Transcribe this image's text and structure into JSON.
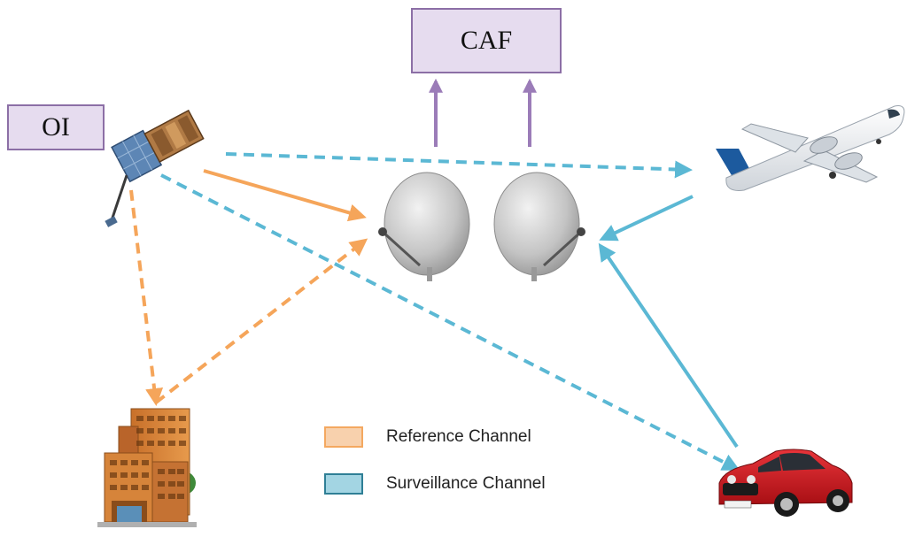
{
  "boxes": {
    "caf": "CAF",
    "oi": "OI"
  },
  "legend": [
    {
      "label": "Reference Channel",
      "fill": "#f8d1ad",
      "border": "#f4a860"
    },
    {
      "label": "Surveillance Channel",
      "fill": "#a3d5e3",
      "border": "#2f7f96"
    }
  ],
  "colors": {
    "reference": "#f5a55a",
    "surveillance": "#5bb8d4",
    "caf_arrow": "#9b7cb8"
  },
  "icons": [
    "satellite-icon",
    "satellite-dish-icon",
    "satellite-dish-icon",
    "airplane-icon",
    "building-icon",
    "car-icon"
  ]
}
